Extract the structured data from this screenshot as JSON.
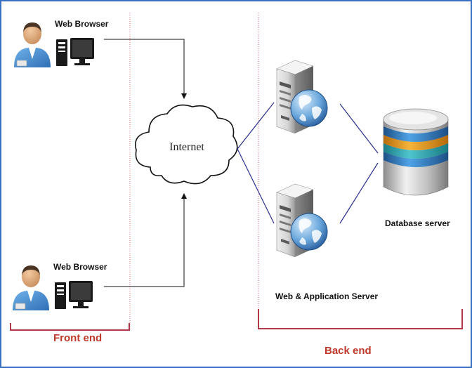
{
  "clients": [
    {
      "label": "Web Browser",
      "icon": "user-with-desktop-computer-icon"
    },
    {
      "label": "Web Browser",
      "icon": "user-with-desktop-computer-icon"
    }
  ],
  "cloud": {
    "label": "Internet",
    "icon": "cloud-icon"
  },
  "servers": {
    "label": "Web & Application Server",
    "icon": "server-with-globe-icon"
  },
  "database": {
    "label": "Database server",
    "icon": "database-cylinder-icon"
  },
  "sections": {
    "front_label": "Front end",
    "back_label": "Back end"
  },
  "colors": {
    "frame": "#3b6fc4",
    "bracket": "#b23a48",
    "section_text": "#c0392b",
    "server_link": "#2a2f8f",
    "arrow": "#111111",
    "divider": "#e06070"
  }
}
